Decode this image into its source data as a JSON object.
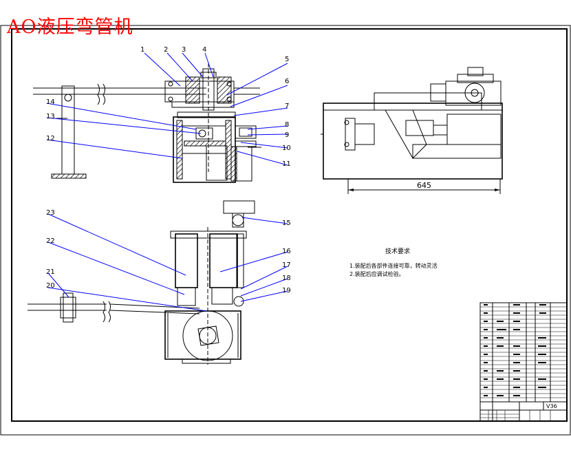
{
  "drawing": {
    "title": "AO液压弯管机",
    "dimension_645": "645",
    "tech_requirements": {
      "heading": "技术要求",
      "items": [
        "1.装配后各部件连接可靠，转动灵活",
        "2.装配后应调试检验。"
      ]
    },
    "callouts": [
      "1",
      "2",
      "3",
      "4",
      "5",
      "6",
      "7",
      "8",
      "9",
      "10",
      "11",
      "12",
      "13",
      "14",
      "15",
      "16",
      "17",
      "18",
      "19",
      "20",
      "21",
      "22",
      "23"
    ],
    "title_block": {
      "drawing_no": "V36"
    }
  }
}
